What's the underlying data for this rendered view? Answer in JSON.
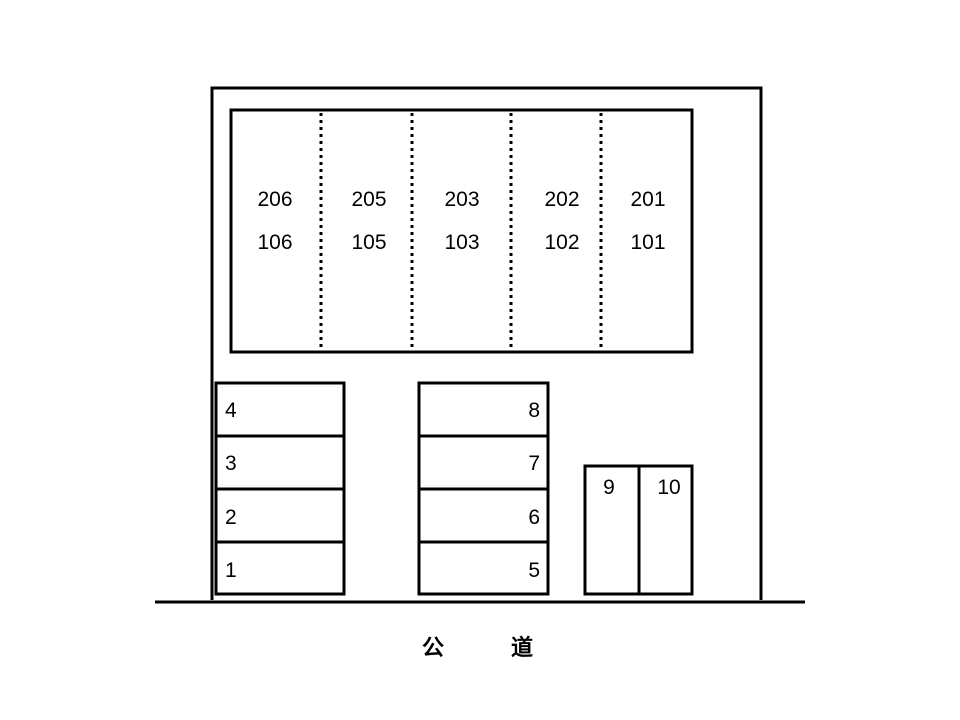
{
  "building": {
    "units": [
      {
        "upper": "206",
        "lower": "106"
      },
      {
        "upper": "205",
        "lower": "105"
      },
      {
        "upper": "203",
        "lower": "103"
      },
      {
        "upper": "202",
        "lower": "102"
      },
      {
        "upper": "201",
        "lower": "101"
      }
    ]
  },
  "parking": {
    "left_block": [
      "4",
      "3",
      "2",
      "1"
    ],
    "middle_block": [
      "8",
      "7",
      "6",
      "5"
    ],
    "right_block": [
      "9",
      "10"
    ]
  },
  "road": {
    "label_1": "公",
    "label_2": "道"
  }
}
